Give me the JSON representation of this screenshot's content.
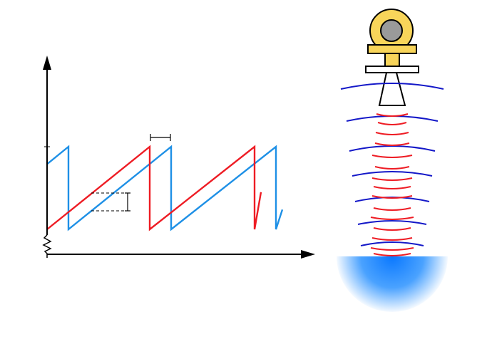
{
  "colors": {
    "transmitted": "#ee1c24",
    "received": "#1e90e6",
    "axis": "#000000",
    "waves_down": "#ee1c24",
    "waves_up": "#1418c8",
    "sensor_body": "#f8d55a",
    "sensor_lens": "#9a9a9a",
    "liquid": "#0a78ff"
  },
  "icons": {
    "sensor": "radar-level-sensor-icon",
    "break": "axis-break-icon"
  },
  "chart_data": {
    "type": "line",
    "title": "",
    "xlabel": "",
    "ylabel": "",
    "axis_arrows": [
      "x",
      "y"
    ],
    "grid": false,
    "legend": "none",
    "series": [
      {
        "x": [
          0,
          48,
          48,
          97,
          97,
          100
        ],
        "y": [
          0.0,
          1.0,
          0.0,
          1.0,
          0.0,
          0.45
        ]
      },
      {
        "x": [
          0,
          10,
          10,
          58,
          58,
          107,
          107,
          110
        ],
        "y": [
          0.79,
          1.0,
          0.0,
          1.0,
          0.0,
          1.0,
          0.0,
          0.24
        ]
      }
    ]
  }
}
